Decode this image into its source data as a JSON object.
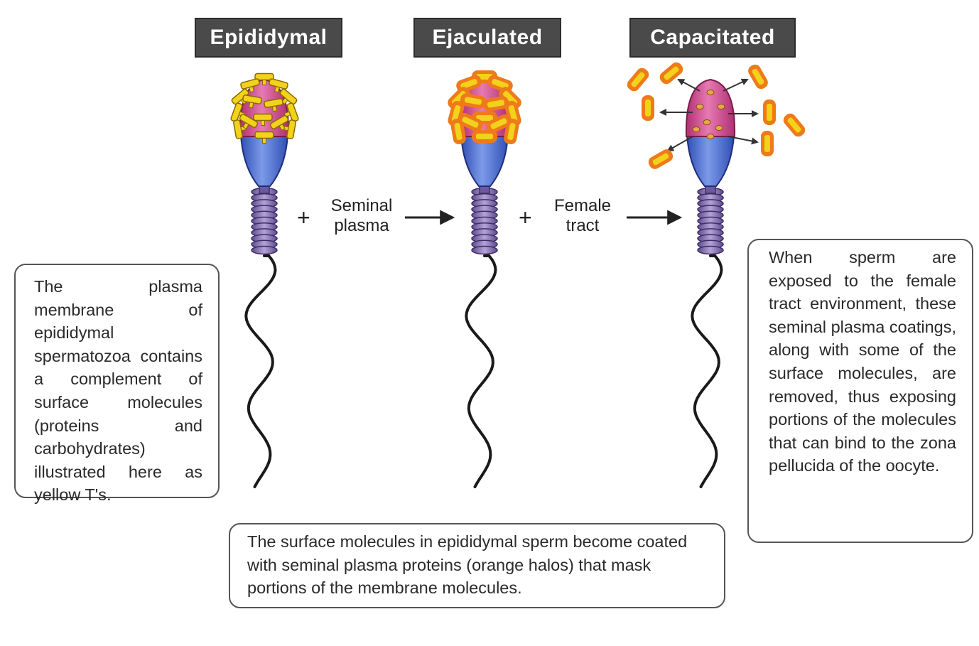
{
  "stages": [
    {
      "label": "Epididymal"
    },
    {
      "label": "Ejaculated"
    },
    {
      "label": "Capacitated"
    }
  ],
  "steps": [
    {
      "plus": "+",
      "line1": "Seminal",
      "line2": "plasma"
    },
    {
      "plus": "+",
      "line1": "Female",
      "line2": "tract"
    }
  ],
  "notes": {
    "left": "The plasma membrane of epididymal spermatozoa contains a complement of surface molecules (proteins and carbohydrates) illustrated here as yellow T's.",
    "bottom": "The surface molecules in epididymal sperm become coated with seminal plasma proteins (orange halos) that mask portions of the membrane molecules.",
    "right": "When sperm are exposed to the female tract environment, these seminal plasma coatings, along with some of the surface molecules, are removed, thus exposing portions of the molecules that can bind to the zona pellucida of the oocyte."
  },
  "colors": {
    "label_bg": "#4a4a4a",
    "acrosome_pink": "#d24a8e",
    "midhead_blue": "#4a6fd0",
    "midpiece_purple": "#8a70b8",
    "molecule_yellow": "#f2d21a",
    "halo_orange": "#ef7a1a"
  }
}
